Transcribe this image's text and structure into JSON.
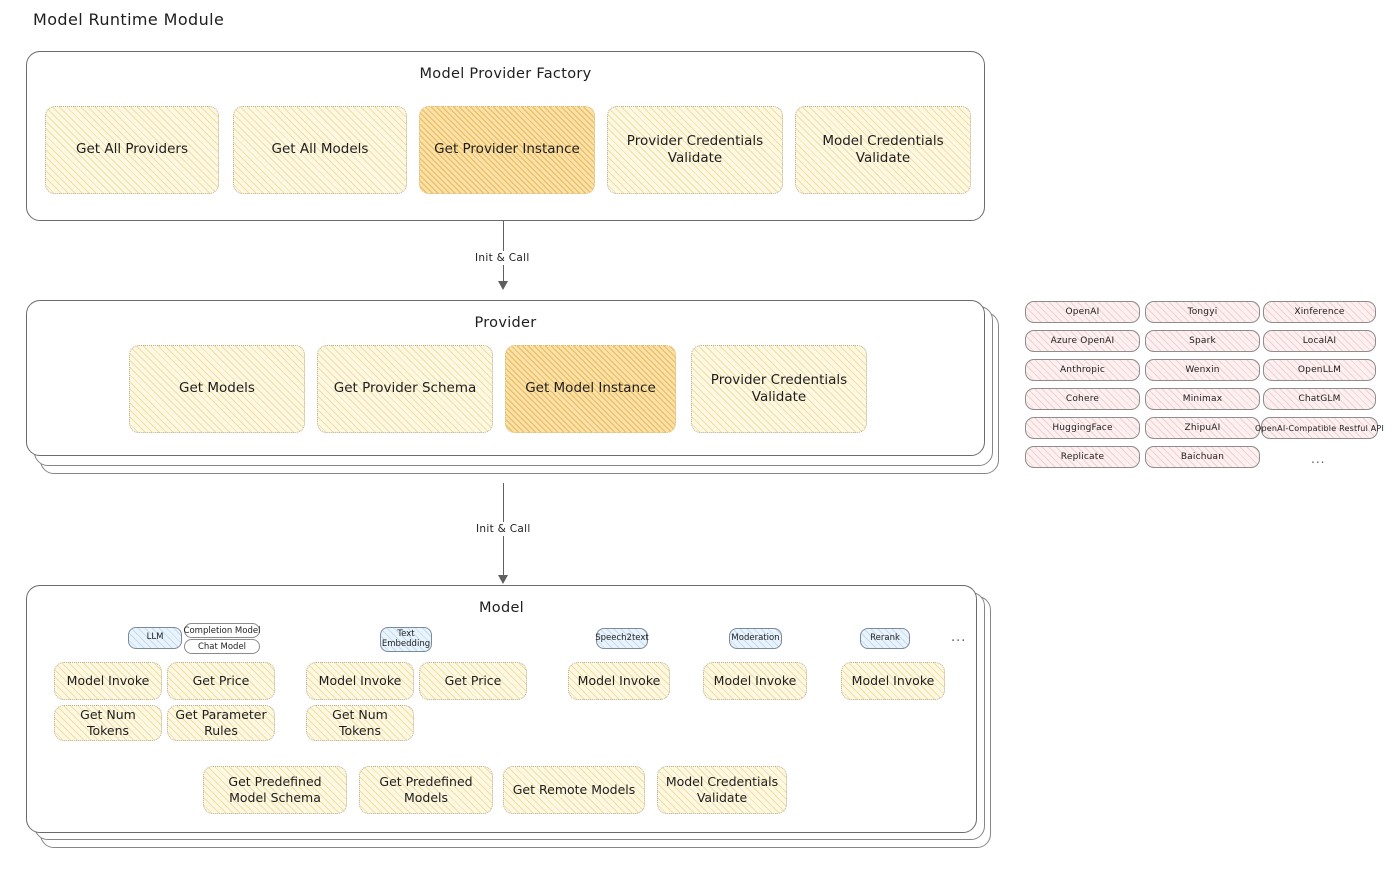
{
  "page": {
    "title": "Model Runtime Module"
  },
  "factory": {
    "title": "Model Provider Factory",
    "methods": [
      {
        "label": "Get All Providers",
        "highlight": false
      },
      {
        "label": "Get All Models",
        "highlight": false
      },
      {
        "label": "Get Provider Instance",
        "highlight": true
      },
      {
        "label": "Provider Credentials Validate",
        "highlight": false
      },
      {
        "label": "Model Credentials Validate",
        "highlight": false
      }
    ]
  },
  "connectors": [
    {
      "label": "Init & Call"
    },
    {
      "label": "Init & Call"
    }
  ],
  "provider": {
    "title": "Provider",
    "methods": [
      {
        "label": "Get Models",
        "highlight": false
      },
      {
        "label": "Get Provider Schema",
        "highlight": false
      },
      {
        "label": "Get Model Instance",
        "highlight": true
      },
      {
        "label": "Provider Credentials Validate",
        "highlight": false
      }
    ]
  },
  "provider_list": {
    "columns": [
      [
        "OpenAI",
        "Azure OpenAI",
        "Anthropic",
        "Cohere",
        "HuggingFace",
        "Replicate"
      ],
      [
        "Tongyi",
        "Spark",
        "Wenxin",
        "Minimax",
        "ZhipuAI",
        "Baichuan"
      ],
      [
        "Xinference",
        "LocalAI",
        "OpenLLM",
        "ChatGLM",
        "OpenAI-Compatible Restful API"
      ]
    ],
    "more": "..."
  },
  "model": {
    "title": "Model",
    "more": "...",
    "types": [
      {
        "badge": "LLM",
        "sub_badges": [
          "Completion Model",
          "Chat Model"
        ],
        "methods": [
          {
            "label": "Model Invoke",
            "highlight": true
          },
          {
            "label": "Get Price",
            "highlight": false
          },
          {
            "label": "Get Num Tokens",
            "highlight": false
          },
          {
            "label": "Get Parameter Rules",
            "highlight": false
          }
        ]
      },
      {
        "badge": "Text\nEmbedding",
        "sub_badges": [],
        "methods": [
          {
            "label": "Model Invoke",
            "highlight": true
          },
          {
            "label": "Get Price",
            "highlight": false
          },
          {
            "label": "Get Num Tokens",
            "highlight": false
          }
        ]
      },
      {
        "badge": "Speech2text",
        "sub_badges": [],
        "methods": [
          {
            "label": "Model Invoke",
            "highlight": true
          }
        ]
      },
      {
        "badge": "Moderation",
        "sub_badges": [],
        "methods": [
          {
            "label": "Model Invoke",
            "highlight": true
          }
        ]
      },
      {
        "badge": "Rerank",
        "sub_badges": [],
        "methods": [
          {
            "label": "Model Invoke",
            "highlight": true
          }
        ]
      }
    ],
    "shared_methods": [
      {
        "label": "Get Predefined Model Schema"
      },
      {
        "label": "Get Predefined Models"
      },
      {
        "label": "Get Remote Models"
      },
      {
        "label": "Model Credentials Validate"
      }
    ]
  },
  "colors": {
    "method_fill": "#fdf8e3",
    "method_fill_highlight": "#fbe2ac",
    "provider_chip_fill": "#fdf0f0",
    "type_badge_fill": "#e9f3fb",
    "stroke": "#6b6b6b",
    "text": "#1e1e1e"
  }
}
